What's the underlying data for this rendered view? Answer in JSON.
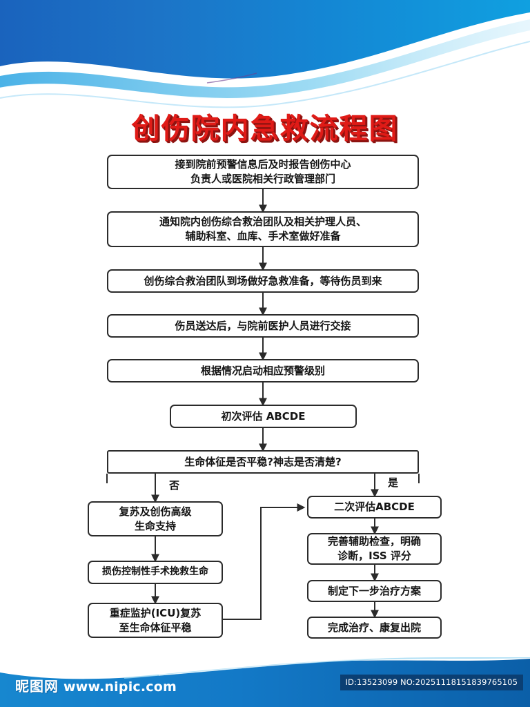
{
  "poster": {
    "title": "创伤院内急救流程图",
    "title_color": "#e01b17",
    "banner_color_start": "#1f6fc4",
    "banner_color_end": "#0f9ade"
  },
  "watermark": {
    "brand_cn": "昵图网",
    "url": "www.nipic.com",
    "id_text": "ID:13523099 NO:20251118151839765105"
  },
  "flowchart": {
    "type": "flowchart",
    "nodes": [
      {
        "id": "n1",
        "lines": [
          "接到院前预警信息后及时报告创伤中心",
          "负责人或医院相关行政管理部门"
        ]
      },
      {
        "id": "n2",
        "lines": [
          "通知院内创伤综合救治团队及相关护理人员、",
          "辅助科室、血库、手术室做好准备"
        ]
      },
      {
        "id": "n3",
        "lines": [
          "创伤综合救治团队到场做好急救准备，等待伤员到来"
        ]
      },
      {
        "id": "n4",
        "lines": [
          "伤员送达后，与院前医护人员进行交接"
        ]
      },
      {
        "id": "n5",
        "lines": [
          "根据情况启动相应预警级别"
        ]
      },
      {
        "id": "n6",
        "lines": [
          "初次评估 ABCDE"
        ]
      },
      {
        "id": "n7",
        "lines": [
          "生命体征是否平稳?神志是否清楚?"
        ]
      },
      {
        "id": "n8",
        "lines": [
          "复苏及创伤高级",
          "生命支持"
        ]
      },
      {
        "id": "n9",
        "lines": [
          "损伤控制性手术挽救生命"
        ]
      },
      {
        "id": "n10",
        "lines": [
          "重症监护(ICU)复苏",
          "至生命体征平稳"
        ]
      },
      {
        "id": "n11",
        "lines": [
          "二次评估ABCDE"
        ]
      },
      {
        "id": "n12",
        "lines": [
          "完善辅助检查，明确",
          "诊断，ISS 评分"
        ]
      },
      {
        "id": "n13",
        "lines": [
          "制定下一步治疗方案"
        ]
      },
      {
        "id": "n14",
        "lines": [
          "完成治疗、康复出院"
        ]
      }
    ],
    "branch_labels": {
      "no": "否",
      "yes": "是"
    }
  }
}
